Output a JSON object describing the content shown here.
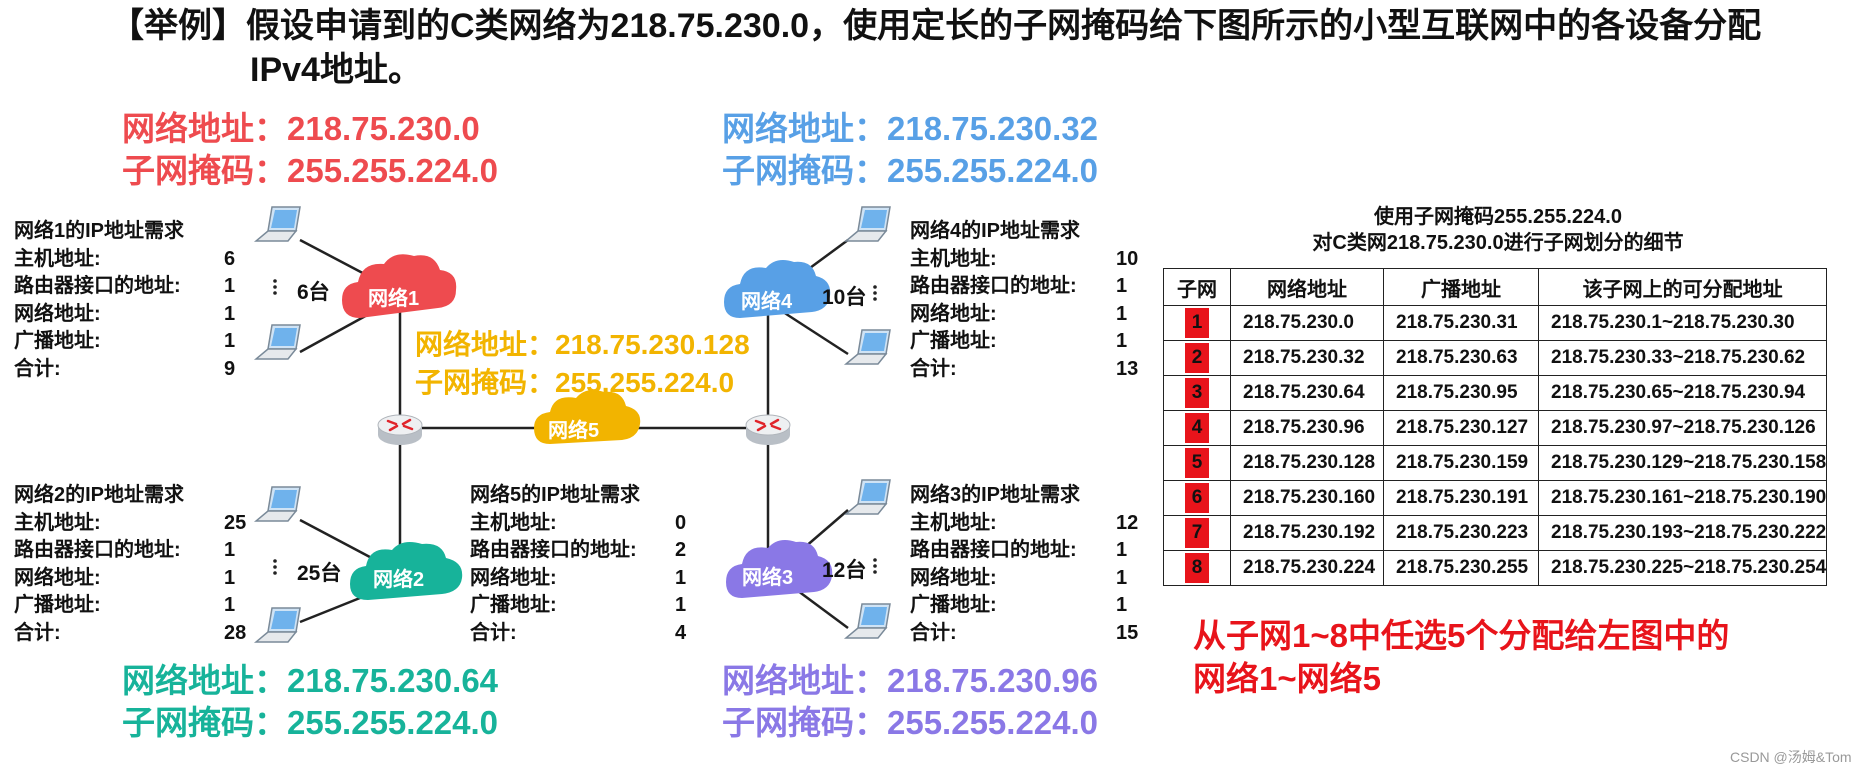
{
  "title": {
    "line1": "【举例】假设申请到的C类网络为218.75.230.0，使用定长的子网掩码给下图所示的小型互联网中的各设备分配",
    "line2": "IPv4地址。"
  },
  "colors": {
    "net1": "#ee4b4f",
    "net4": "#58a0e6",
    "net5": "#f2b400",
    "net2": "#17b39a",
    "net3": "#8a78e6",
    "accent_red": "#e8141b"
  },
  "assign": {
    "net1": {
      "addr_label": "网络地址：",
      "addr": "218.75.230.0",
      "mask_label": "子网掩码：",
      "mask": "255.255.224.0"
    },
    "net4": {
      "addr_label": "网络地址：",
      "addr": "218.75.230.32",
      "mask_label": "子网掩码：",
      "mask": "255.255.224.0"
    },
    "net5": {
      "addr_label": "网络地址：",
      "addr": "218.75.230.128",
      "mask_label": "子网掩码：",
      "mask": "255.255.224.0"
    },
    "net2": {
      "addr_label": "网络地址：",
      "addr": "218.75.230.64",
      "mask_label": "子网掩码：",
      "mask": "255.255.224.0"
    },
    "net3": {
      "addr_label": "网络地址：",
      "addr": "218.75.230.96",
      "mask_label": "子网掩码：",
      "mask": "255.255.224.0"
    }
  },
  "requirements": {
    "net1": {
      "title": "网络1的IP地址需求",
      "rows": [
        [
          "主机地址:",
          "6"
        ],
        [
          "路由器接口的地址:",
          "1"
        ],
        [
          "网络地址:",
          "1"
        ],
        [
          "广播地址:",
          "1"
        ],
        [
          "合计:",
          "9"
        ]
      ]
    },
    "net4": {
      "title": "网络4的IP地址需求",
      "rows": [
        [
          "主机地址:",
          "10"
        ],
        [
          "路由器接口的地址:",
          "1"
        ],
        [
          "网络地址:",
          "1"
        ],
        [
          "广播地址:",
          "1"
        ],
        [
          "合计:",
          "13"
        ]
      ]
    },
    "net2": {
      "title": "网络2的IP地址需求",
      "rows": [
        [
          "主机地址:",
          "25"
        ],
        [
          "路由器接口的地址:",
          "1"
        ],
        [
          "网络地址:",
          "1"
        ],
        [
          "广播地址:",
          "1"
        ],
        [
          "合计:",
          "28"
        ]
      ]
    },
    "net5": {
      "title": "网络5的IP地址需求",
      "rows": [
        [
          "主机地址:",
          "0"
        ],
        [
          "路由器接口的地址:",
          "2"
        ],
        [
          "网络地址:",
          "1"
        ],
        [
          "广播地址:",
          "1"
        ],
        [
          "合计:",
          "4"
        ]
      ]
    },
    "net3": {
      "title": "网络3的IP地址需求",
      "rows": [
        [
          "主机地址:",
          "12"
        ],
        [
          "路由器接口的地址:",
          "1"
        ],
        [
          "网络地址:",
          "1"
        ],
        [
          "广播地址:",
          "1"
        ],
        [
          "合计:",
          "15"
        ]
      ]
    }
  },
  "clouds": {
    "net1": "网络1",
    "net2": "网络2",
    "net3": "网络3",
    "net4": "网络4",
    "net5": "网络5"
  },
  "host_counts": {
    "net1": "6台",
    "net4": "10台",
    "net2": "25台",
    "net3": "12台"
  },
  "table": {
    "caption1": "使用子网掩码255.255.224.0",
    "caption2": "对C类网218.75.230.0进行子网划分的细节",
    "headers": [
      "子网",
      "网络地址",
      "广播地址",
      "该子网上的可分配地址"
    ],
    "rows": [
      [
        "1",
        "218.75.230.0",
        "218.75.230.31",
        "218.75.230.1~218.75.230.30"
      ],
      [
        "2",
        "218.75.230.32",
        "218.75.230.63",
        "218.75.230.33~218.75.230.62"
      ],
      [
        "3",
        "218.75.230.64",
        "218.75.230.95",
        "218.75.230.65~218.75.230.94"
      ],
      [
        "4",
        "218.75.230.96",
        "218.75.230.127",
        "218.75.230.97~218.75.230.126"
      ],
      [
        "5",
        "218.75.230.128",
        "218.75.230.159",
        "218.75.230.129~218.75.230.158"
      ],
      [
        "6",
        "218.75.230.160",
        "218.75.230.191",
        "218.75.230.161~218.75.230.190"
      ],
      [
        "7",
        "218.75.230.192",
        "218.75.230.223",
        "218.75.230.193~218.75.230.222"
      ],
      [
        "8",
        "218.75.230.224",
        "218.75.230.255",
        "218.75.230.225~218.75.230.254"
      ]
    ]
  },
  "note": {
    "line1": "从子网1~8中任选5个分配给左图中的",
    "line2": "网络1~网络5"
  },
  "footer": "CSDN @汤姆&Tom"
}
